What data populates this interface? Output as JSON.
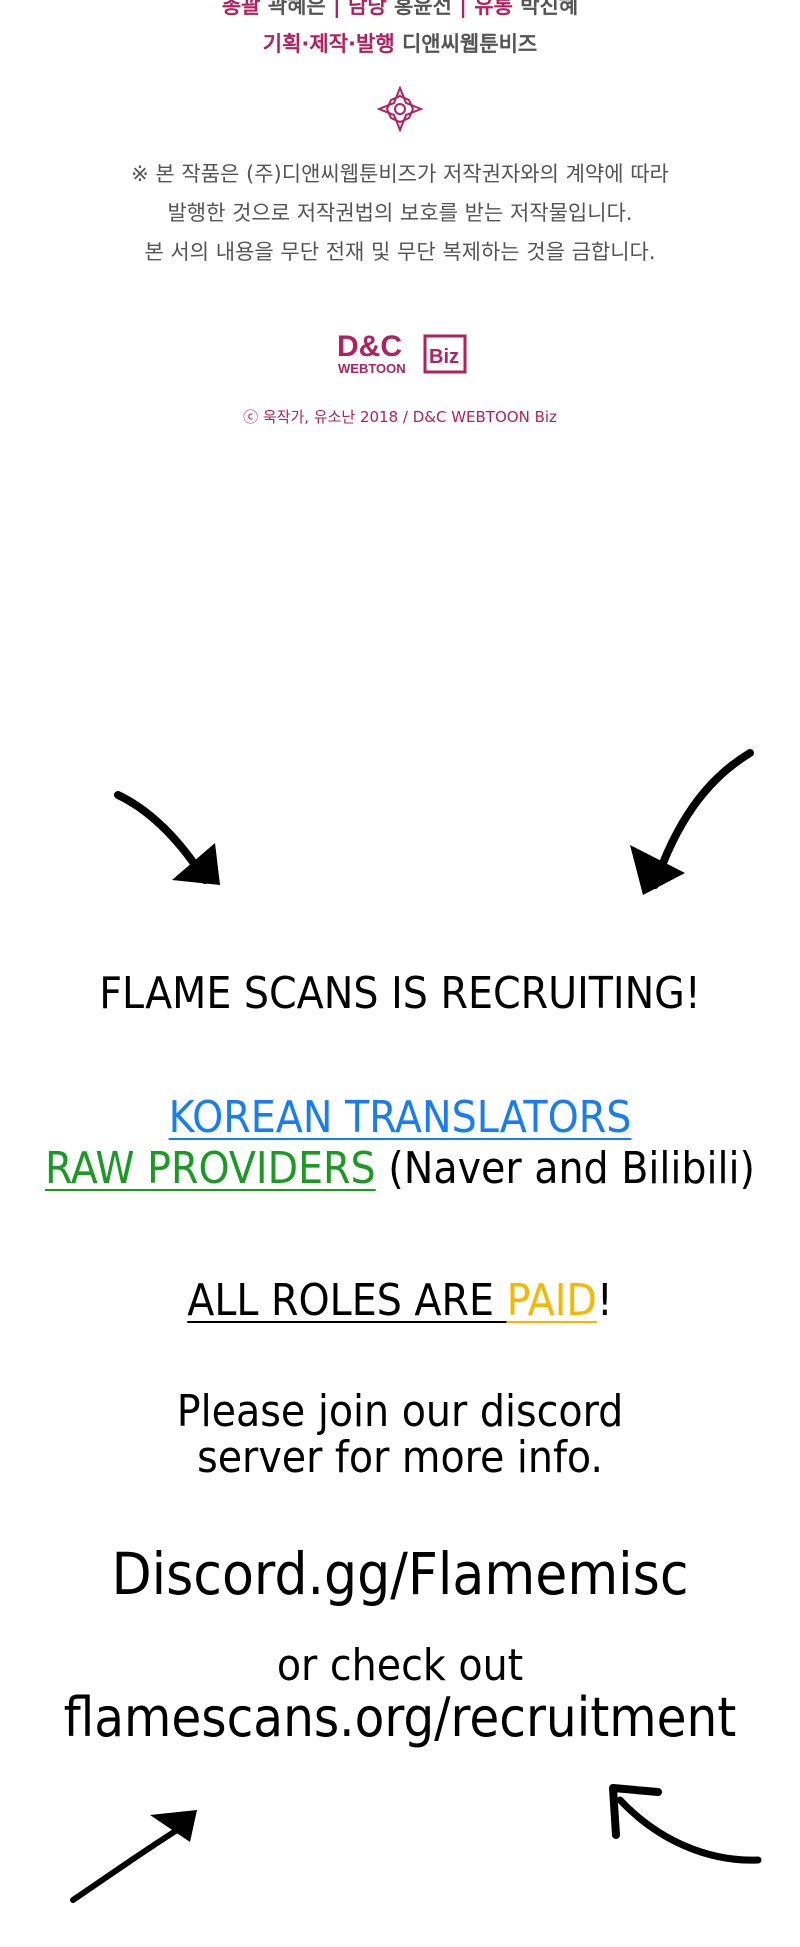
{
  "credits": {
    "line1": [
      {
        "label": "총괄",
        "value": "곽혜은"
      },
      {
        "label": "담당",
        "value": "홍윤선"
      },
      {
        "label": "유통",
        "value": "박진혜"
      }
    ],
    "line2": {
      "label": "기획·제작·발행",
      "value": "디앤씨웹툰비즈"
    },
    "separator": "|"
  },
  "notice": {
    "line1": "※ 본 작품은 (주)디앤씨웹툰비즈가 저작권자와의 계약에 따라",
    "line2": "발행한 것으로 저작권법의 보호를 받는 저작물입니다.",
    "line3": "본 서의 내용을 무단 전재 및 무단 복제하는 것을 금합니다."
  },
  "logo": {
    "main": "D&C",
    "sub": "WEBTOON",
    "badge": "Biz",
    "color": "#b0225f"
  },
  "copyright": "ⓒ 욱작가, 유소난 2018 / D&C WEBTOON Biz",
  "recruit": {
    "headline": "FLAME SCANS IS RECRUITING!",
    "role1": "KOREAN TRANSLATORS",
    "role2": "RAW PROVIDERS",
    "role2_note": " (Naver and Bilibili)",
    "paid_prefix": "ALL ROLES ARE ",
    "paid_word": "PAID",
    "paid_suffix": "!",
    "join_line1": "Please join our discord",
    "join_line2": "server for more info.",
    "discord": "Discord.gg/Flamemisc",
    "or_check": "or check out",
    "website": "flamescans.org/recruitment"
  },
  "colors": {
    "brand": "#b0225f",
    "translators": "#1a7cf3",
    "raw_providers": "#1a9a24",
    "paid": "#f5b800"
  }
}
